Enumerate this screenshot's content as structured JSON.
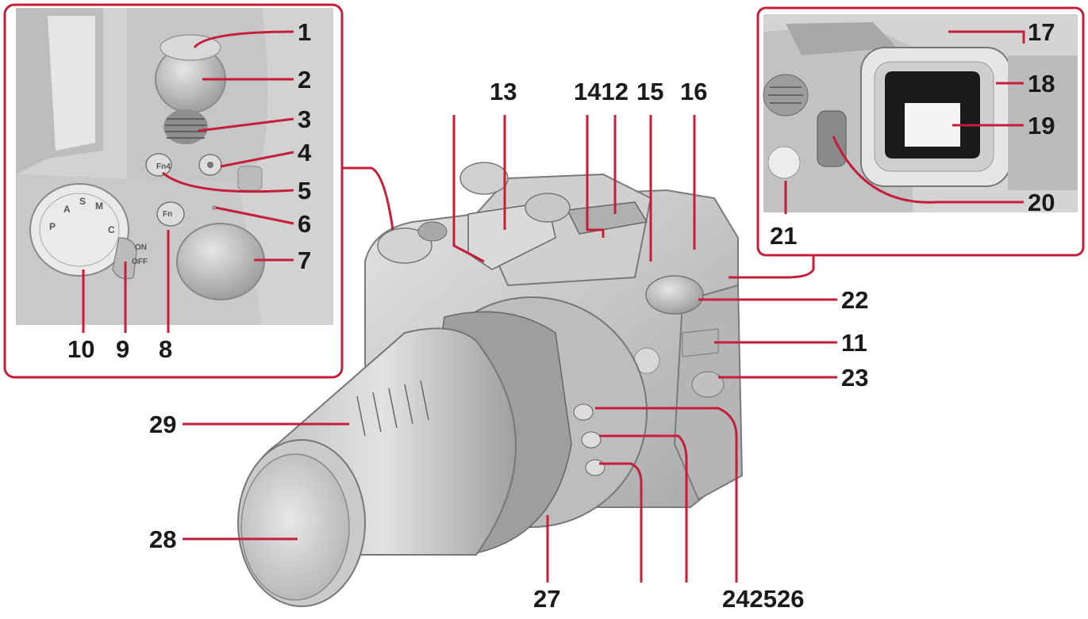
{
  "callouts": {
    "n1": "1",
    "n2": "2",
    "n3": "3",
    "n4": "4",
    "n5": "5",
    "n6": "6",
    "n7": "7",
    "n8": "8",
    "n9": "9",
    "n10": "10",
    "n11": "11",
    "n13": "13",
    "n14_12": "1412",
    "n15": "15",
    "n16": "16",
    "n17": "17",
    "n18": "18",
    "n19": "19",
    "n20": "20",
    "n21": "21",
    "n22": "22",
    "n23": "23",
    "n24_25_26": "242526",
    "n27": "27",
    "n28": "28",
    "n29": "29"
  },
  "dial_labels": {
    "on": "ON",
    "off": "OFF",
    "fn": "Fn",
    "fn4": "Fn4",
    "p": "P",
    "a": "A",
    "s": "S",
    "m": "M",
    "c": "C"
  },
  "colors": {
    "leader": "#c41e3a",
    "frame": "#c41e3a",
    "text": "#1a1a1a",
    "body": "#c8c8c8",
    "body_dark": "#9a9a9a",
    "body_light": "#e3e3e3"
  }
}
